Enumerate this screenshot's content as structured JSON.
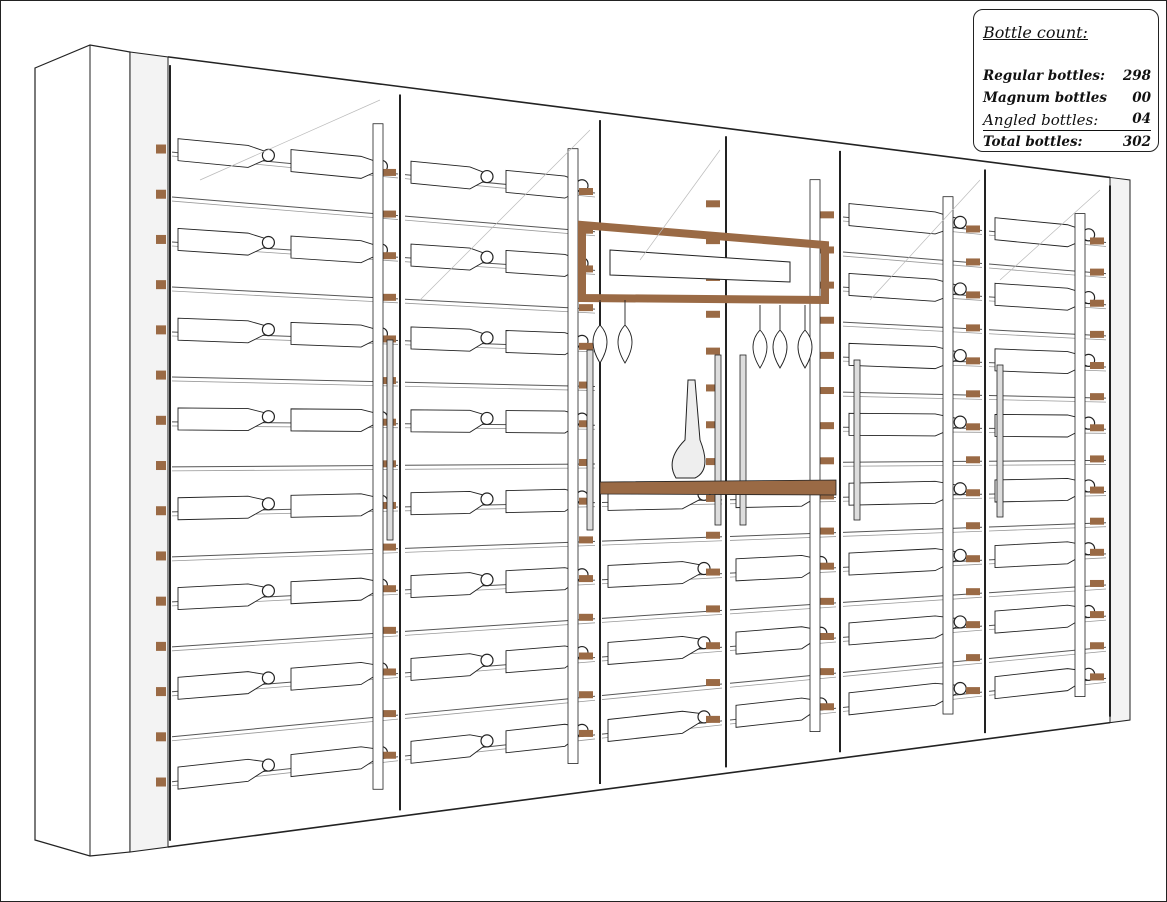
{
  "bottle_count": {
    "title": "Bottle count:",
    "rows": [
      {
        "label": "Regular bottles:",
        "value": "298"
      },
      {
        "label": "Magnum bottles",
        "value": "00"
      },
      {
        "label": "Angled bottles:",
        "value": "04"
      },
      {
        "label": "Total bottles:",
        "value": "302"
      }
    ]
  },
  "colors": {
    "wood": "#9a6a45",
    "line": "#222222",
    "panel": "#f3f3f3"
  }
}
